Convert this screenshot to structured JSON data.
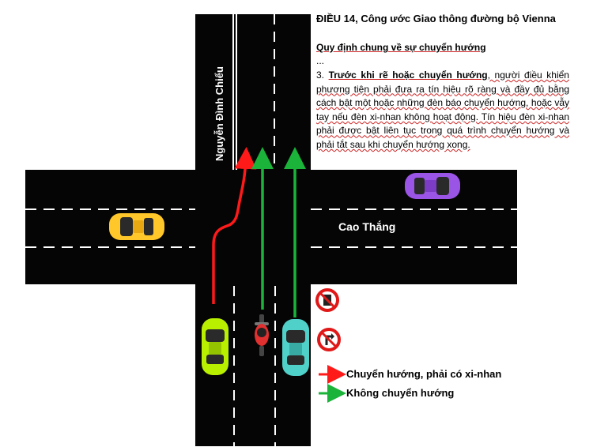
{
  "law": {
    "title": "ĐIỀU 14, Công ước Giao thông đường bộ Vienna",
    "subtitle": "Quy định chung về sự chuyển hướng",
    "ellipsis": "...",
    "para_lead": "3. ",
    "para_bold": "Trước khi rẽ hoặc chuyển hướng",
    "para_rest": ", người điều khiển phương tiện phải đưa ra tín hiệu rõ ràng và đầy đủ bằng cách bật một hoặc những đèn báo chuyển hướng, hoặc vẫy tay nếu đèn xi-nhan không hoạt động. Tín hiệu đèn xi-nhan phải được bật liên tục trong quá trình chuyển hướng và phải tắt sau khi chuyển hướng xong."
  },
  "streets": {
    "vertical": "Nguyễn Đình Chiểu",
    "horizontal": "Cao Thắng"
  },
  "legend": {
    "red": "Chuyển hướng, phải có xi-nhan",
    "green": "Không chuyển hướng"
  },
  "colors": {
    "road": "#050505",
    "marking": "#ffffff",
    "arrow_red": "#ff1a1a",
    "arrow_green": "#1bb33a",
    "car_yellow": "#ffc72a",
    "car_purple": "#9a54e6",
    "car_lime": "#b8f000",
    "car_cyan": "#4fd0c8",
    "motorbike": "#e03030"
  },
  "icons": [
    "no-truck-sign-icon",
    "no-turn-sign-icon",
    "yellow-car-icon",
    "purple-car-icon",
    "lime-car-icon",
    "cyan-car-icon",
    "motorbike-icon"
  ]
}
